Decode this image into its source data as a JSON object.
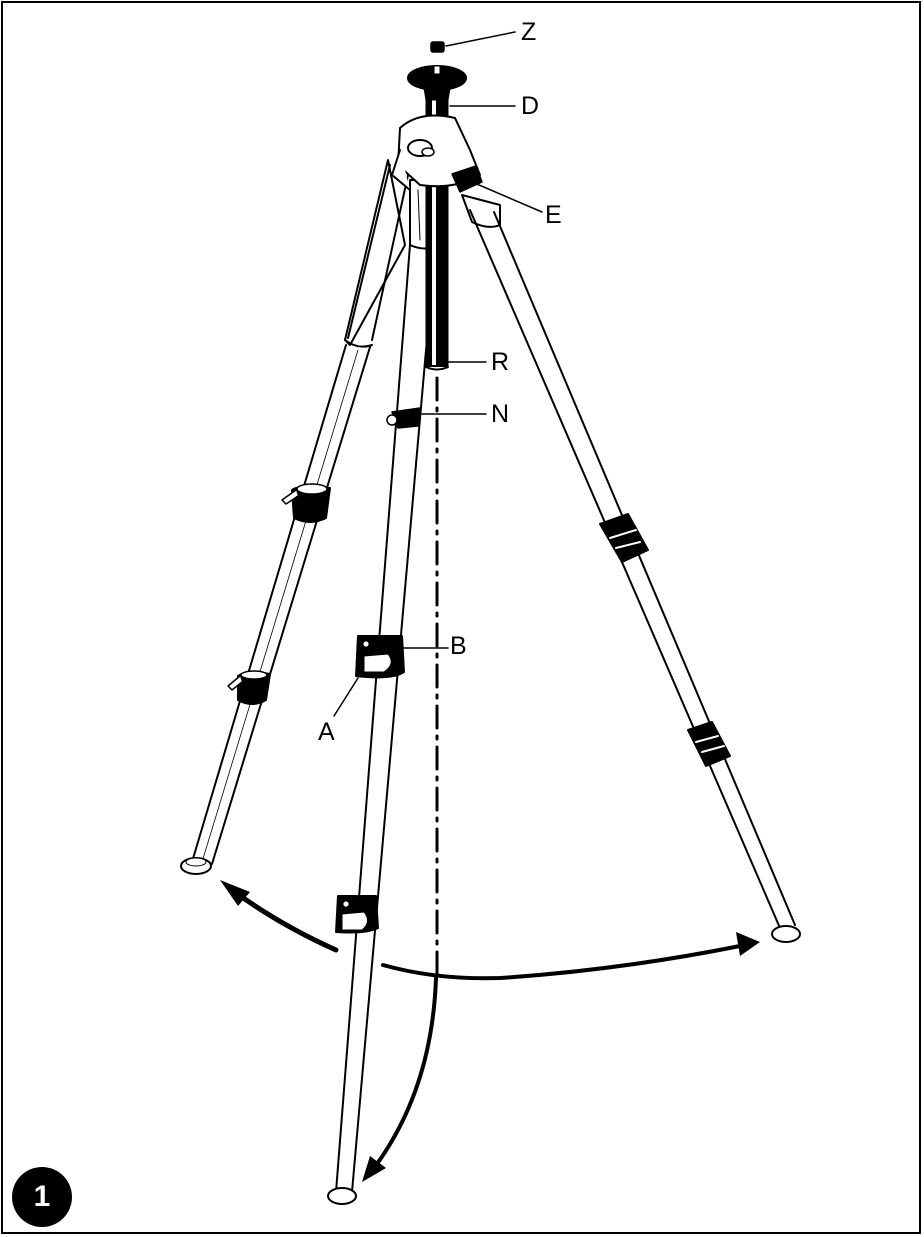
{
  "figure": {
    "step_number": "1",
    "subject": "tripod",
    "colors": {
      "line": "#000000",
      "background": "#ffffff"
    }
  },
  "callouts": {
    "Z": "Z",
    "D": "D",
    "E": "E",
    "R": "R",
    "N": "N",
    "B": "B",
    "A": "A"
  },
  "arrows": [
    {
      "name": "rotate-left-leg",
      "direction": "left"
    },
    {
      "name": "rotate-right-leg",
      "direction": "right"
    },
    {
      "name": "rotate-front-leg",
      "direction": "down"
    }
  ]
}
